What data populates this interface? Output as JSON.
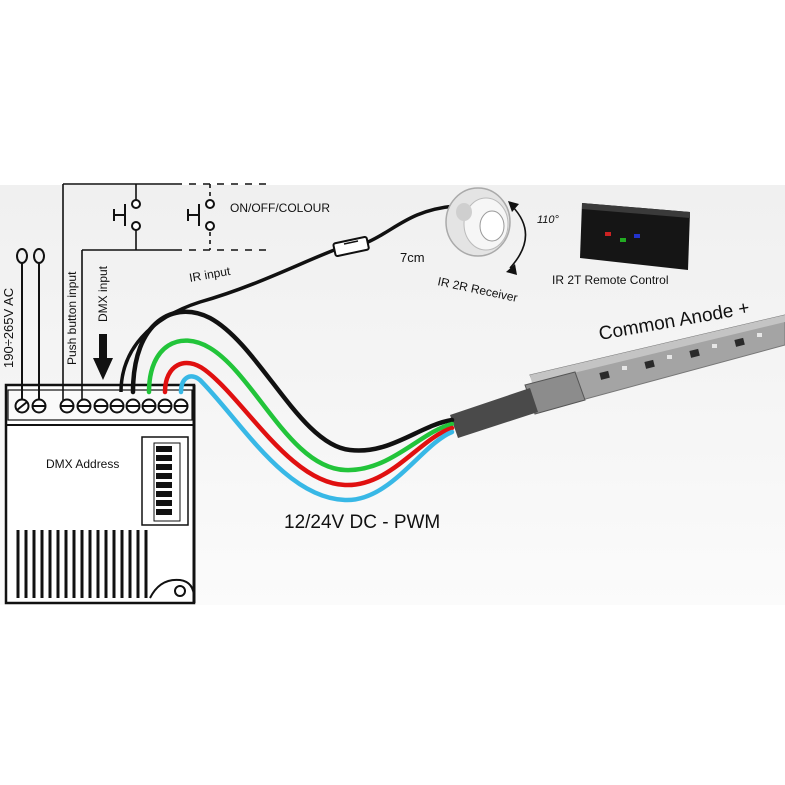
{
  "labels": {
    "ac_input": "190÷265V AC",
    "push_button_input": "Push button input",
    "dmx_input": "DMX input",
    "on_off_colour": "ON/OFF/COLOUR",
    "ir_input": "IR input",
    "cable_length": "7cm",
    "angle": "110°",
    "ir_receiver": "IR 2R Receiver",
    "remote_control": "IR 2T  Remote Control",
    "common_anode": "Common Anode +",
    "dmx_address": "DMX  Address",
    "pwm_output": "12/24V DC - PWM"
  },
  "colors": {
    "wire_black": "#111111",
    "wire_green": "#22c43a",
    "wire_red": "#e01010",
    "wire_blue": "#38b8e6",
    "strip": "#9a9a9a",
    "led": "#2a2a2a"
  },
  "icons": {
    "remote": "remote-control-icon",
    "receiver": "ir-receiver-icon",
    "connector": "inline-connector-icon",
    "arrow": "down-arrow-icon"
  }
}
